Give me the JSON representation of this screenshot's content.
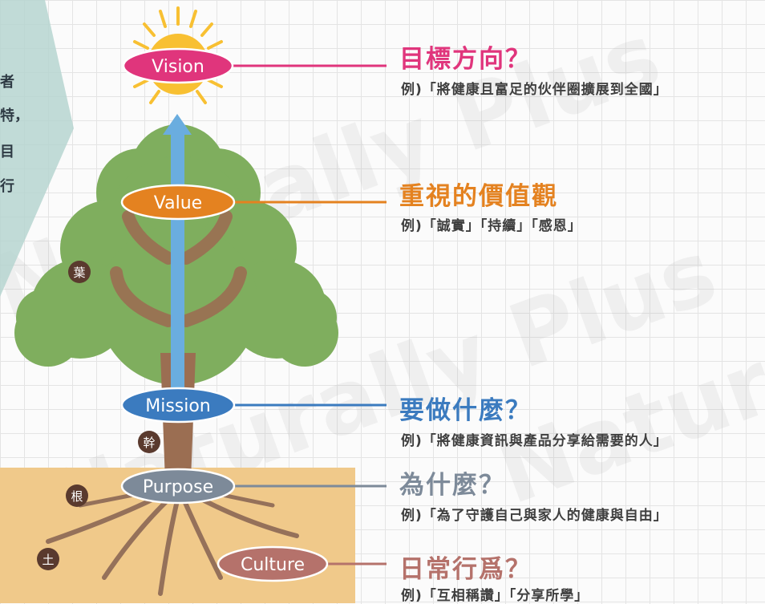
{
  "watermark": "Naturally Plus",
  "side_panel": {
    "lines": [
      "者",
      "特，",
      "目",
      "行"
    ]
  },
  "levels": {
    "vision": {
      "label": "Vision",
      "heading": "目標方向？",
      "example": "例)「將健康且富足的伙伴圈擴展到全國」",
      "color": "#e0357c"
    },
    "value": {
      "label": "Value",
      "heading": "重視的價值觀",
      "example": "例)「誠實」「持續」「感恩」",
      "color": "#e48220"
    },
    "mission": {
      "label": "Mission",
      "heading": "要做什麼？",
      "example": "例)「將健康資訊與產品分享給需要的人」",
      "color": "#3b7bbf"
    },
    "purpose": {
      "label": "Purpose",
      "heading": "為什麼？",
      "example": "例)「為了守護自己與家人的健康與自由」",
      "color": "#7d8a99"
    },
    "culture": {
      "label": "Culture",
      "heading": "日常行爲？",
      "example": "例)「互相稱讚」「分享所學」",
      "color": "#b5726b"
    }
  },
  "parts": {
    "leaf": "葉",
    "trunk": "幹",
    "root": "根",
    "soil": "土"
  }
}
